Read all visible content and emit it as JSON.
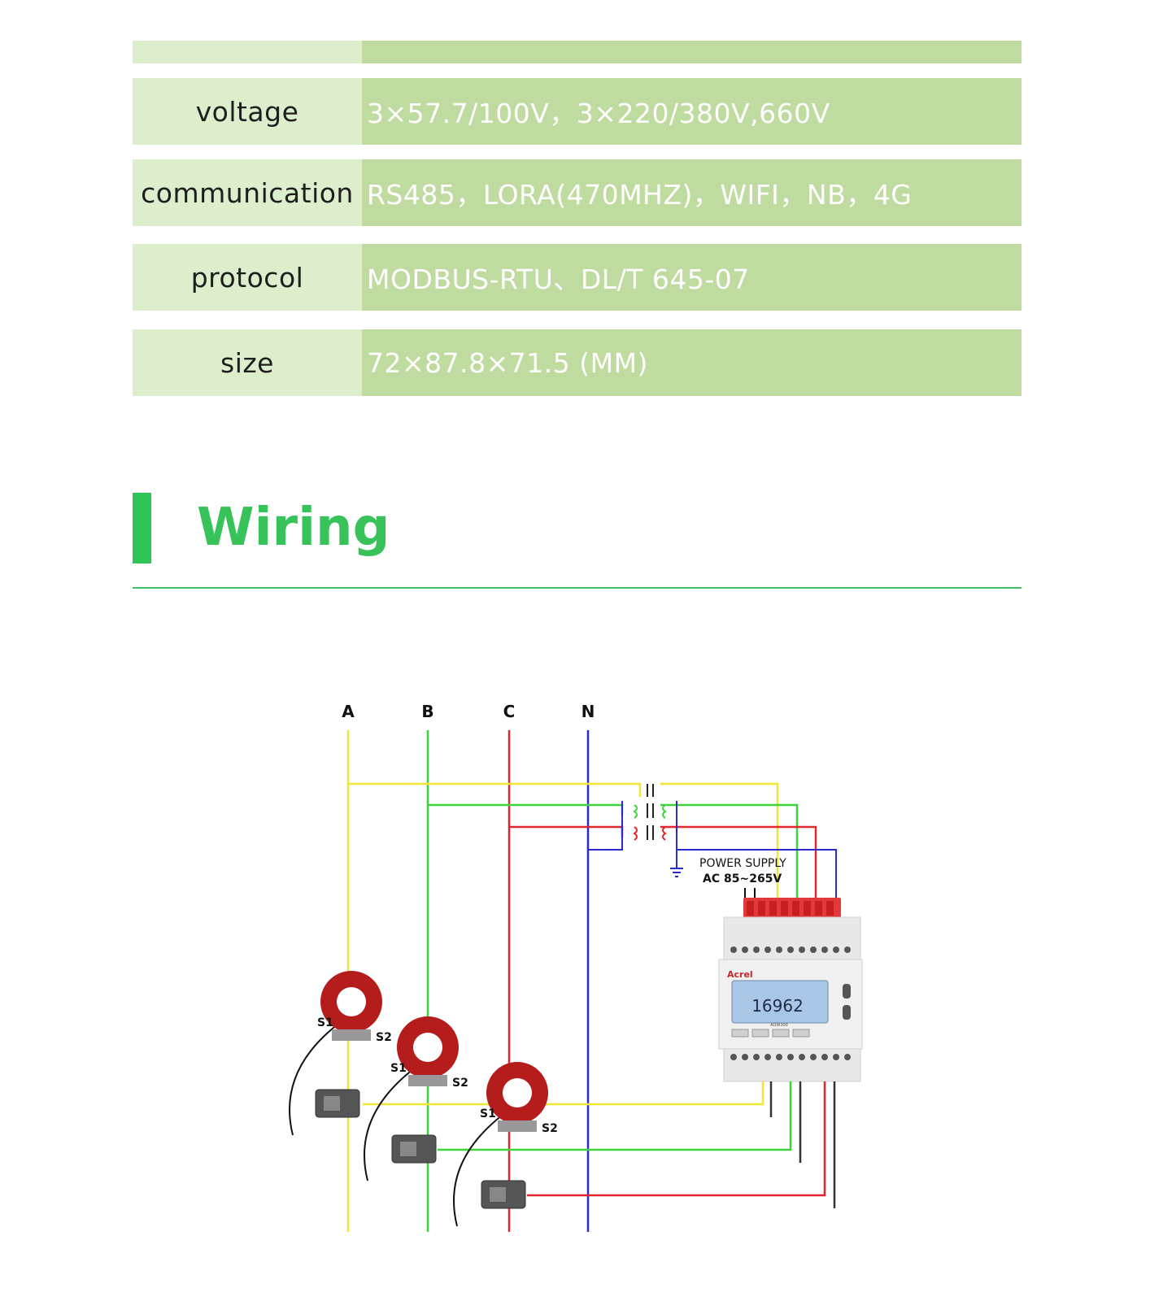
{
  "spec_rows": [
    {
      "label": "voltage",
      "value": "3×57.7/100V，3×220/380V,660V"
    },
    {
      "label": "communication",
      "value": "RS485，LORA(470MHZ)，WIFI，NB，4G"
    },
    {
      "label": "protocol",
      "value": "MODBUS-RTU、DL/T 645-07"
    },
    {
      "label": "size",
      "value": "72×87.8×71.5 (MM)"
    }
  ],
  "section": {
    "title": "Wiring"
  },
  "diagram": {
    "phases": [
      "A",
      "B",
      "C",
      "N"
    ],
    "power_supply_label": "POWER SUPPLY",
    "power_supply_range": "AC 85~265V",
    "ct_labels": {
      "s1": "S1",
      "s2": "S2"
    },
    "meter": {
      "brand": "Acrel",
      "display_reading": "16962",
      "model_caption": "ADW300"
    },
    "colors": {
      "phase_a": "#f2e635",
      "phase_b": "#3ed23e",
      "phase_c": "#e0262c",
      "neutral": "#2a2ad0",
      "accent_green": "#38c35a",
      "label_bg": "#dceecc",
      "value_bg": "#bfdb9f"
    }
  }
}
